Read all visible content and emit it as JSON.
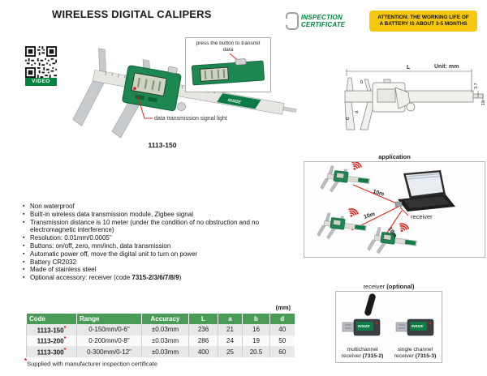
{
  "page": {
    "title": "WIRELESS DIGITAL CALIPERS"
  },
  "badges": {
    "inspection": {
      "line1": "INSPECTION",
      "line2": "CERTIFICATE"
    },
    "attention": {
      "line1": "ATTENTION: THE WORKING LIFE OF",
      "line2": "A BATTERY IS ABOUT 3-5 MONTHS"
    }
  },
  "media": {
    "video_label": "VIDEO"
  },
  "brand": "INSIZE",
  "product": {
    "model": "1113-150",
    "callout_button": "press the button to transmit data",
    "callout_light": "data transmission signal light"
  },
  "drawing": {
    "unit": "Unit: mm",
    "dims": {
      "L": "L",
      "a": "a",
      "b": "b",
      "d": "d",
      "thickness": "3.7",
      "height": "16"
    }
  },
  "application": {
    "title": "application",
    "distance": "10m",
    "receiver_label": "receiver"
  },
  "features": [
    "Non waterproof",
    "Built-in wireless data transmission module, Zigbee signal",
    "Transmission distance is 10 meter (under the condition of no obstruction and no electromagnetic interference)",
    "Resolution: 0.01mm/0.0005\"",
    "Buttons: on/off, zero, mm/inch, data transmission",
    "Automatic power off, move the digital unit to turn on power",
    "Battery CR2032",
    "Made of stainless steel"
  ],
  "features_last": {
    "pre": "Optional accessory: receiver (code ",
    "bold": "7315-2/3/6/7/8/9",
    "post": ")"
  },
  "table": {
    "unit_note": "(mm)",
    "headers": {
      "code": "Code",
      "range": "Range",
      "accuracy": "Accuracy",
      "L": "L",
      "a": "a",
      "b": "b",
      "d": "d"
    },
    "rows": [
      {
        "code": "1113-150",
        "range": "0-150mm/0-6\"",
        "accuracy": "±0.03mm",
        "L": "236",
        "a": "21",
        "b": "16",
        "d": "40"
      },
      {
        "code": "1113-200",
        "range": "0-200mm/0-8\"",
        "accuracy": "±0.03mm",
        "L": "286",
        "a": "24",
        "b": "19",
        "d": "50"
      },
      {
        "code": "1113-300",
        "range": "0-300mm/0-12\"",
        "accuracy": "±0.03mm",
        "L": "400",
        "a": "25",
        "b": "20.5",
        "d": "60"
      }
    ],
    "footnote": {
      "star": "*",
      "text": "Supplied with manufacturer inspection certificate"
    }
  },
  "receiver_box": {
    "title_pre": "receiver ",
    "title_bold": "(optional)",
    "items": [
      {
        "line1": "multichannel",
        "line2_pre": "receiver ",
        "line2_bold": "(7315-2)"
      },
      {
        "line1": "single channel",
        "line2_pre": "receiver ",
        "line2_bold": "(7315-3)"
      }
    ]
  },
  "colors": {
    "brand_green": "#00843d",
    "table_header_green": "#4a9b55",
    "attention_yellow": "#f5c70f",
    "signal_red": "#d9261c"
  }
}
